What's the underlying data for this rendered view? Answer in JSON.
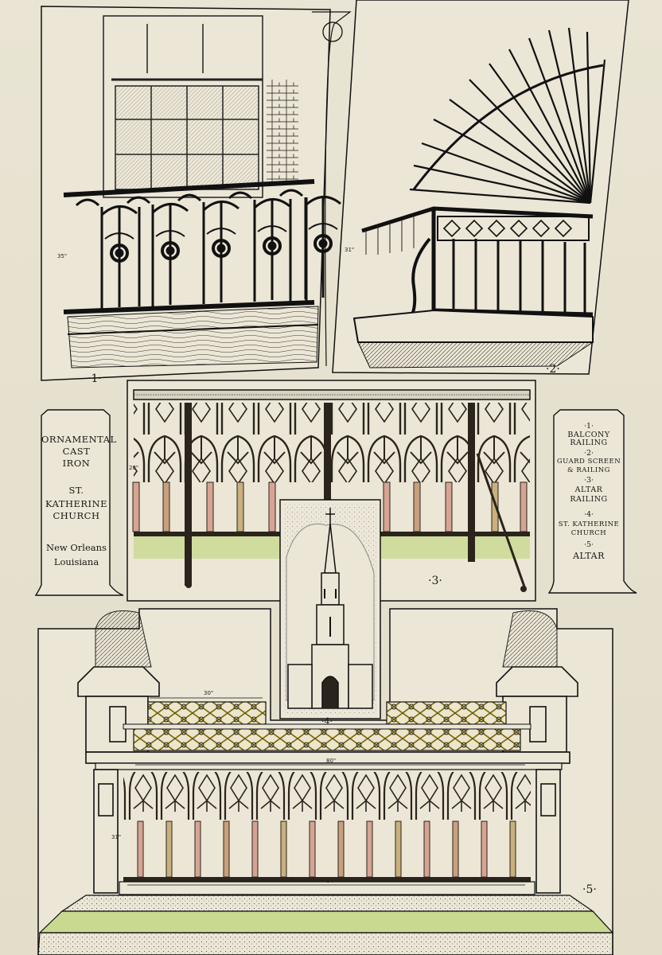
{
  "panels": {
    "p1": {
      "number": "·1·",
      "height_dim": "35\""
    },
    "p2": {
      "number": "·2·",
      "height_dim": "31\""
    },
    "p3": {
      "number": "·3·",
      "height_dim": "28\""
    },
    "p4": {
      "number": "·4·"
    },
    "p5": {
      "number": "·5·",
      "top_dim": "30\"",
      "mid_dim": "80\"",
      "bottom_dim": "84\"",
      "height_dim": "31\""
    }
  },
  "left_card": {
    "line1": "Ornamental",
    "line2": "Cast",
    "line3": "Iron",
    "line4": "St.",
    "line5": "Katherine",
    "line6": "Church",
    "line7": "New Orleans",
    "line8": "Louisiana"
  },
  "right_card": {
    "i1_num": "·1·",
    "i1_label": "Balcony Railing",
    "i2_num": "·2·",
    "i2_label_a": "Guard Screen",
    "i2_label_b": "& Railing",
    "i3_num": "·3·",
    "i3_label_a": "Altar",
    "i3_label_b": "Railing",
    "i4_num": "·4·",
    "i4_label_a": "St. Katherine",
    "i4_label_b": "Church",
    "i5_num": "·5·",
    "i5_label": "Altar"
  },
  "colors": {
    "paper": "#e6e1cf",
    "ink": "#1b1712",
    "pink": "#d7a493",
    "green": "#c9d98f",
    "yellow": "#d9c357"
  }
}
